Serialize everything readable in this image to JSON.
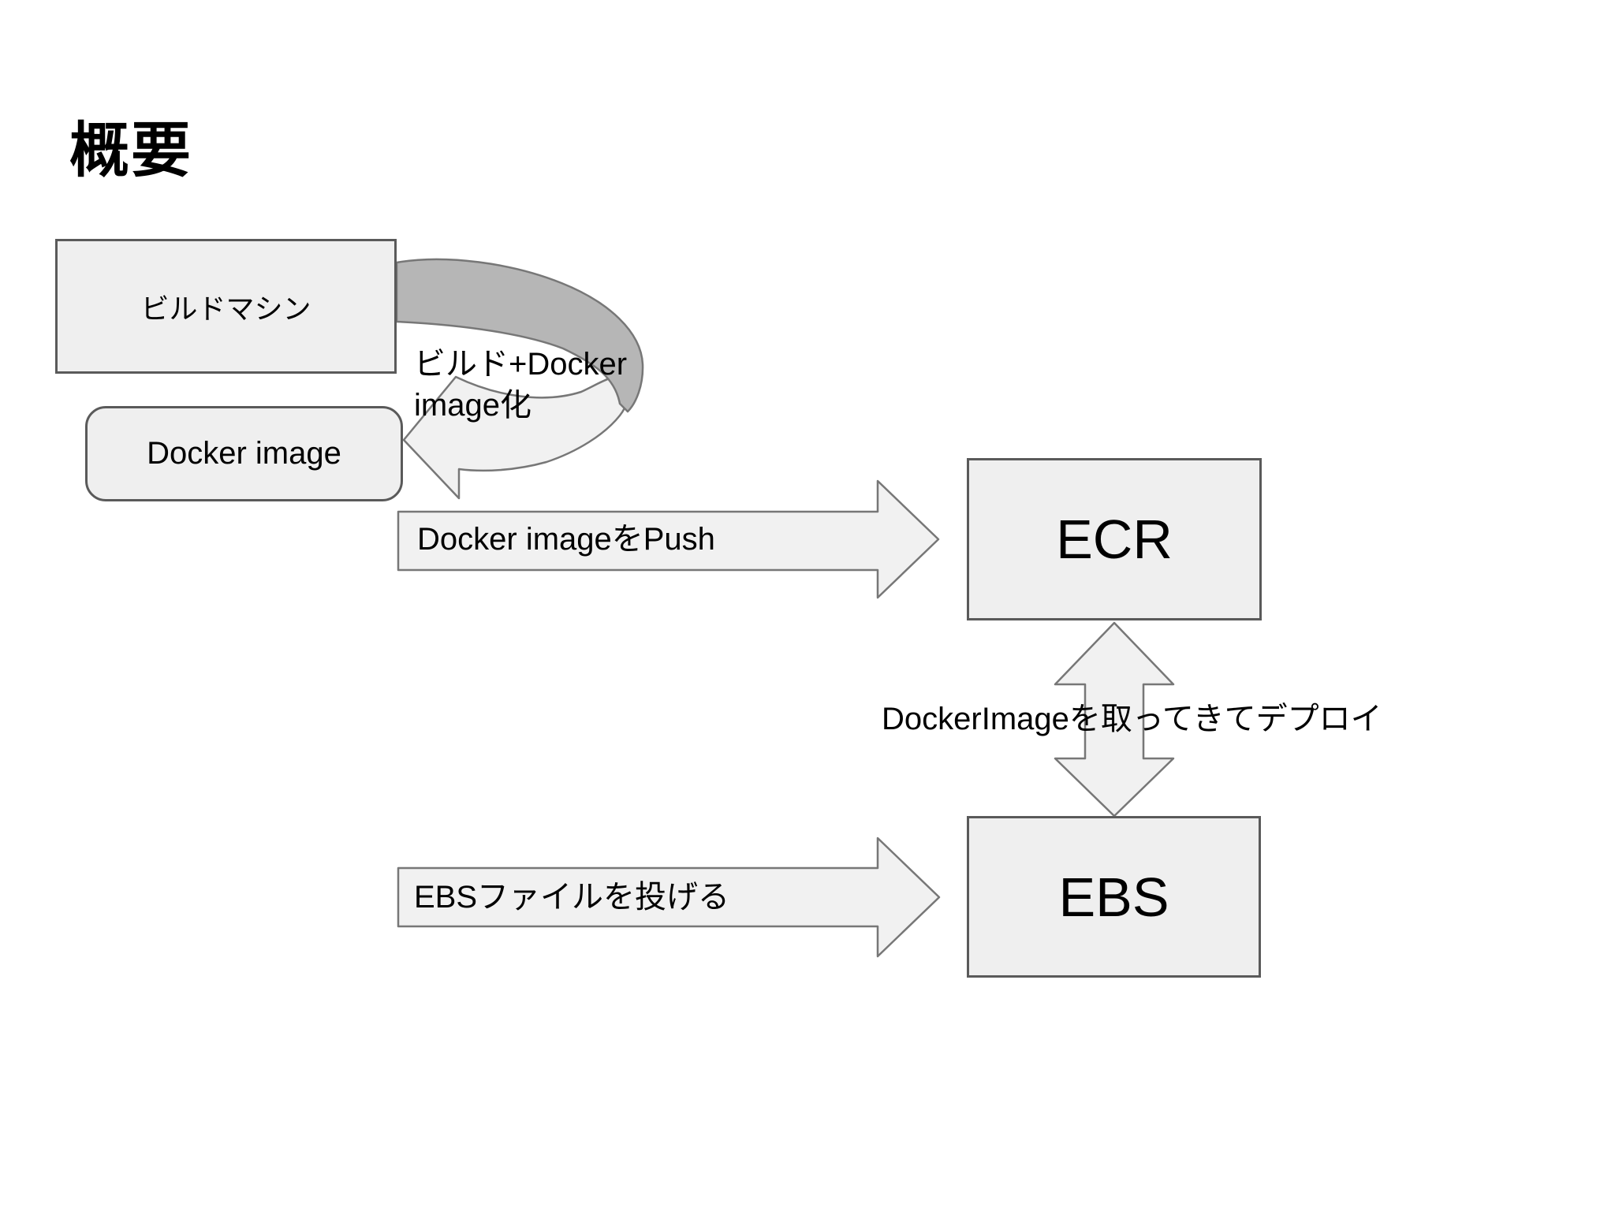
{
  "slide": {
    "title": "概要",
    "nodes": {
      "build_machine": {
        "label": "ビルドマシン"
      },
      "docker_image": {
        "label": "Docker image"
      },
      "ecr": {
        "label": "ECR"
      },
      "ebs": {
        "label": "EBS"
      }
    },
    "arrows": {
      "build_to_image": {
        "label": "ビルド+Docker image化",
        "from": "build_machine",
        "to": "docker_image",
        "shape": "curved-u-turn-arrow"
      },
      "push_to_ecr": {
        "label": "Docker imageをPush",
        "from": "docker_image",
        "to": "ecr",
        "shape": "right-arrow"
      },
      "deploy": {
        "label": "DockerImageを取ってきてデプロイ",
        "from": "ecr",
        "to": "ebs",
        "shape": "double-vertical-arrow"
      },
      "ebs_file": {
        "label": "EBSファイルを投げる",
        "to": "ebs",
        "shape": "right-arrow"
      }
    },
    "colors": {
      "background": "#ffffff",
      "box_fill": "#efefef",
      "box_border": "#5a5a5a",
      "arrow_fill": "#f1f1f1",
      "arrow_border": "#777777",
      "band_dark": "#b6b6b6",
      "text": "#000000"
    }
  }
}
